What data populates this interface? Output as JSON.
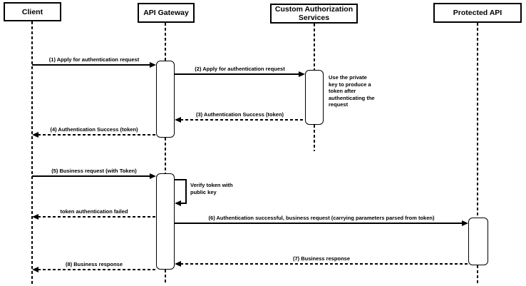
{
  "diagram": {
    "actors": [
      {
        "name": "Client"
      },
      {
        "name": "API Gateway"
      },
      {
        "name": "Custom Authorization Services"
      },
      {
        "name": "Protected API"
      }
    ],
    "messages": [
      {
        "label": "(1) Apply for authentication request",
        "type": "solid",
        "from": "Client",
        "to": "API Gateway"
      },
      {
        "label": "(2) Apply for authentication request",
        "type": "solid",
        "from": "API Gateway",
        "to": "Custom Authorization Services"
      },
      {
        "label": "(3) Authentication Success (token)",
        "type": "dashed",
        "from": "Custom Authorization Services",
        "to": "API Gateway"
      },
      {
        "label": "(4) Authentication Success (token)",
        "type": "dashed",
        "from": "API Gateway",
        "to": "Client"
      },
      {
        "label": "(5) Business request (with Token)",
        "type": "solid",
        "from": "Client",
        "to": "API Gateway"
      },
      {
        "label": "token authentication failed",
        "type": "dashed",
        "from": "API Gateway",
        "to": "Client"
      },
      {
        "label": "(6) Authentication successful, business request (carrying parameters parsed from token)",
        "type": "solid",
        "from": "API Gateway",
        "to": "Protected API"
      },
      {
        "label": "(7) Business response",
        "type": "dashed",
        "from": "Protected API",
        "to": "API Gateway"
      },
      {
        "label": "(8) Business response",
        "type": "dashed",
        "from": "API Gateway",
        "to": "Client"
      }
    ],
    "self_message": {
      "label": "Verify token with public key",
      "actor": "API Gateway"
    },
    "note": {
      "text": "Use the private key to produce a token after authenticating the request"
    },
    "colors": {
      "stroke": "#000000",
      "background": "#ffffff"
    }
  }
}
